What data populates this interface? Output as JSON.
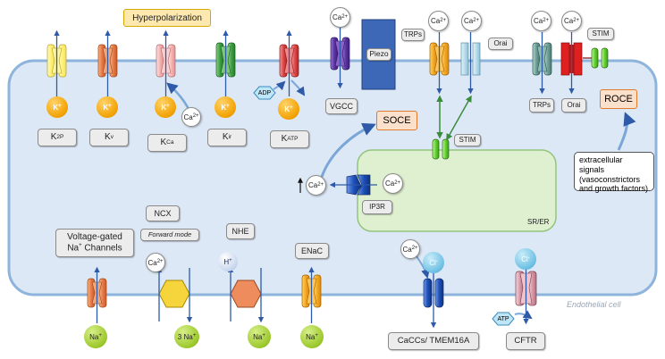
{
  "title": "Hyperpolarization",
  "cell_label": "Endothelial cell",
  "compartment_label": "SR/ER",
  "soce_label": "SOCE",
  "roce_label": "ROCE",
  "k_channels": [
    {
      "ion": "K",
      "label": "K",
      "sub": "2P"
    },
    {
      "ion": "K",
      "label": "K",
      "sub": "v"
    },
    {
      "ion": "K",
      "label": "K",
      "sub": "Ca"
    },
    {
      "ion": "K",
      "label": "K",
      "sub": "ir"
    },
    {
      "ion": "K",
      "label": "K",
      "sub": "ATP"
    }
  ],
  "ions": {
    "k": "K",
    "ca": "Ca",
    "na": "Na",
    "three_na": "3 Na",
    "h": "H",
    "cl": "Cl",
    "charge_plus": "+",
    "charge_2plus": "2+",
    "charge_minus": "-"
  },
  "labels": {
    "adp": "ADP",
    "atp": "ATP",
    "vgcc": "VGCC",
    "piezo": "Piezo",
    "trps_top": "TRPs",
    "orai_top": "Orai",
    "trps_right": "TRPs",
    "orai_right": "Orai",
    "stim_top": "STIM",
    "stim_mid": "STIM",
    "ip3r": "IP3R",
    "ncx": "NCX",
    "ncx_mode": "Forward mode",
    "nhe": "NHE",
    "enac": "ENaC",
    "voltage_gated_line1": "Voltage-gated",
    "voltage_gated_line2": "Na",
    "voltage_gated_line3": "Channels",
    "caccs": "CaCCs/ TMEM16A",
    "cftr": "CFTR"
  },
  "extracellular_note": {
    "line1": "extracellular signals",
    "line2": "(vasoconstrictors",
    "line3": "and growth factors)"
  },
  "colors": {
    "cell_fill": "#dce8f6",
    "cell_stroke": "#8eb4dc",
    "er_fill": "#dff0d0",
    "er_stroke": "#93c47d",
    "arrow_blue": "#2e5aa8",
    "arrow_green": "#3c8a3c",
    "piezo": "#3d68b8"
  }
}
